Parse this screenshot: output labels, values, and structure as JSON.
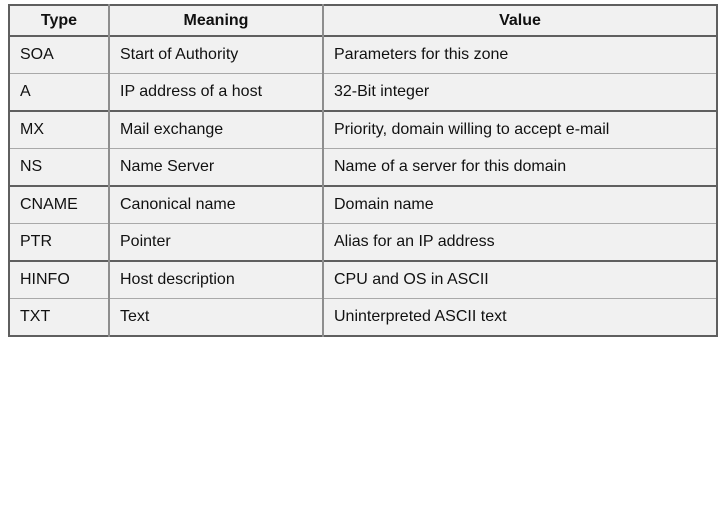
{
  "chart_data": {
    "type": "table",
    "title": "",
    "columns": [
      "Type",
      "Meaning",
      "Value"
    ],
    "rows": [
      {
        "type": "SOA",
        "meaning": "Start of Authority",
        "value": "Parameters for this zone"
      },
      {
        "type": "A",
        "meaning": "IP address of a host",
        "value": "32-Bit integer"
      },
      {
        "type": "MX",
        "meaning": "Mail exchange",
        "value": "Priority, domain willing to accept e-mail"
      },
      {
        "type": "NS",
        "meaning": "Name Server",
        "value": "Name of a server for this domain"
      },
      {
        "type": "CNAME",
        "meaning": "Canonical name",
        "value": "Domain name"
      },
      {
        "type": "PTR",
        "meaning": "Pointer",
        "value": "Alias for an IP address"
      },
      {
        "type": "HINFO",
        "meaning": "Host description",
        "value": "CPU and OS in ASCII"
      },
      {
        "type": "TXT",
        "meaning": "Text",
        "value": "Uninterpreted ASCII text"
      }
    ],
    "layout_hints": {
      "row_grouping": "rows grouped in pairs separated by thick rules",
      "header_bold": true,
      "header_alignment": "center",
      "body_alignment": "left"
    },
    "colors": {
      "cell_bg": "#f1f1f1",
      "thin_border": "#a9a9a9",
      "thick_border": "#5f5f5f",
      "col_border": "#8e8e8e",
      "text": "#111111",
      "page_bg": "#ffffff"
    }
  }
}
